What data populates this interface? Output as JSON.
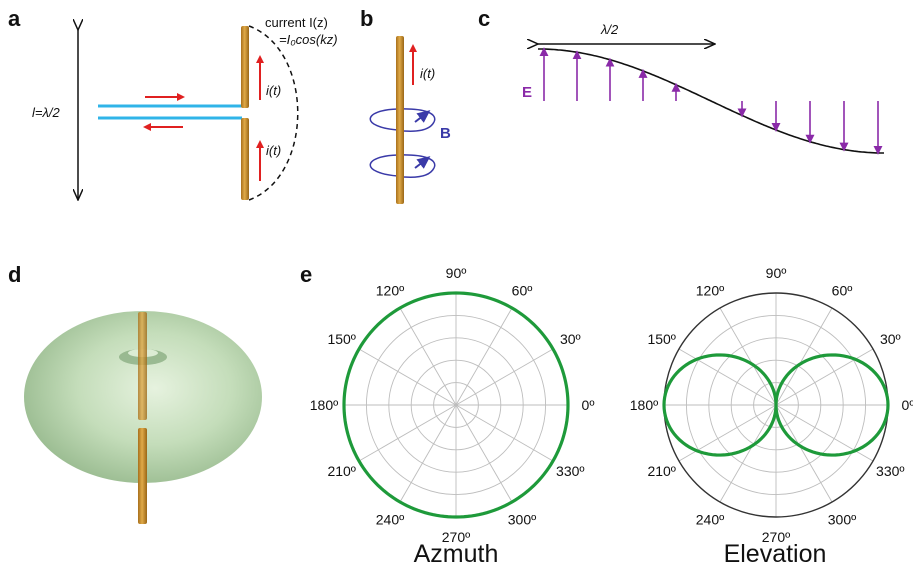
{
  "panels": {
    "a": {
      "letter": "a",
      "length_label": "l=λ/2",
      "current_label_1": "current I(z)",
      "current_label_2": "=I₀cos(kz)",
      "current_top": "i(t)",
      "current_bottom": "i(t)"
    },
    "b": {
      "letter": "b",
      "current": "i(t)",
      "field": "B"
    },
    "c": {
      "letter": "c",
      "wavelength": "λ/2",
      "field": "E"
    },
    "d": {
      "letter": "d"
    },
    "e": {
      "letter": "e",
      "angle_labels": [
        "0º",
        "30º",
        "60º",
        "90º",
        "120º",
        "150º",
        "180º",
        "210º",
        "240º",
        "270º",
        "300º",
        "330º"
      ],
      "azimuth_title": "Azmuth",
      "elevation_title": "Elevation"
    }
  },
  "colors": {
    "rod": "#c8902a",
    "red_arrow": "#e02020",
    "purple": "#8a2aa8",
    "blue_line": "#30b4e8",
    "pattern_green": "#1e9a3a",
    "torus_green": "#b7d6ad"
  }
}
